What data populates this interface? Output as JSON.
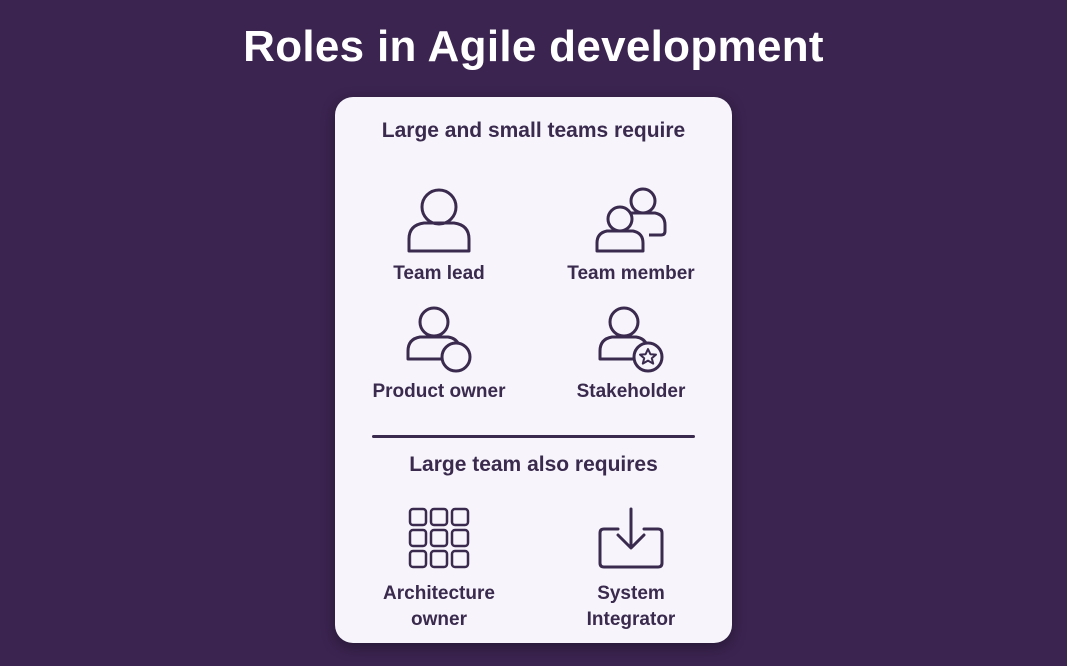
{
  "title": "Roles in Agile development",
  "colors": {
    "background": "#3b2450",
    "card": "#f7f5fb",
    "ink": "#3a2a4e",
    "title": "#ffffff"
  },
  "sections": [
    {
      "heading": "Large and small teams require",
      "roles": [
        {
          "label": "Team lead",
          "icon": "person-icon"
        },
        {
          "label": "Team member",
          "icon": "people-icon"
        },
        {
          "label": "Product owner",
          "icon": "person-with-circle-icon"
        },
        {
          "label": "Stakeholder",
          "icon": "person-with-star-icon"
        }
      ]
    },
    {
      "heading": "Large team also requires",
      "roles": [
        {
          "label_line1": "Architecture",
          "label_line2": "owner",
          "icon": "grid-icon"
        },
        {
          "label_line1": "System",
          "label_line2": "Integrator",
          "icon": "download-tray-icon"
        }
      ]
    }
  ]
}
